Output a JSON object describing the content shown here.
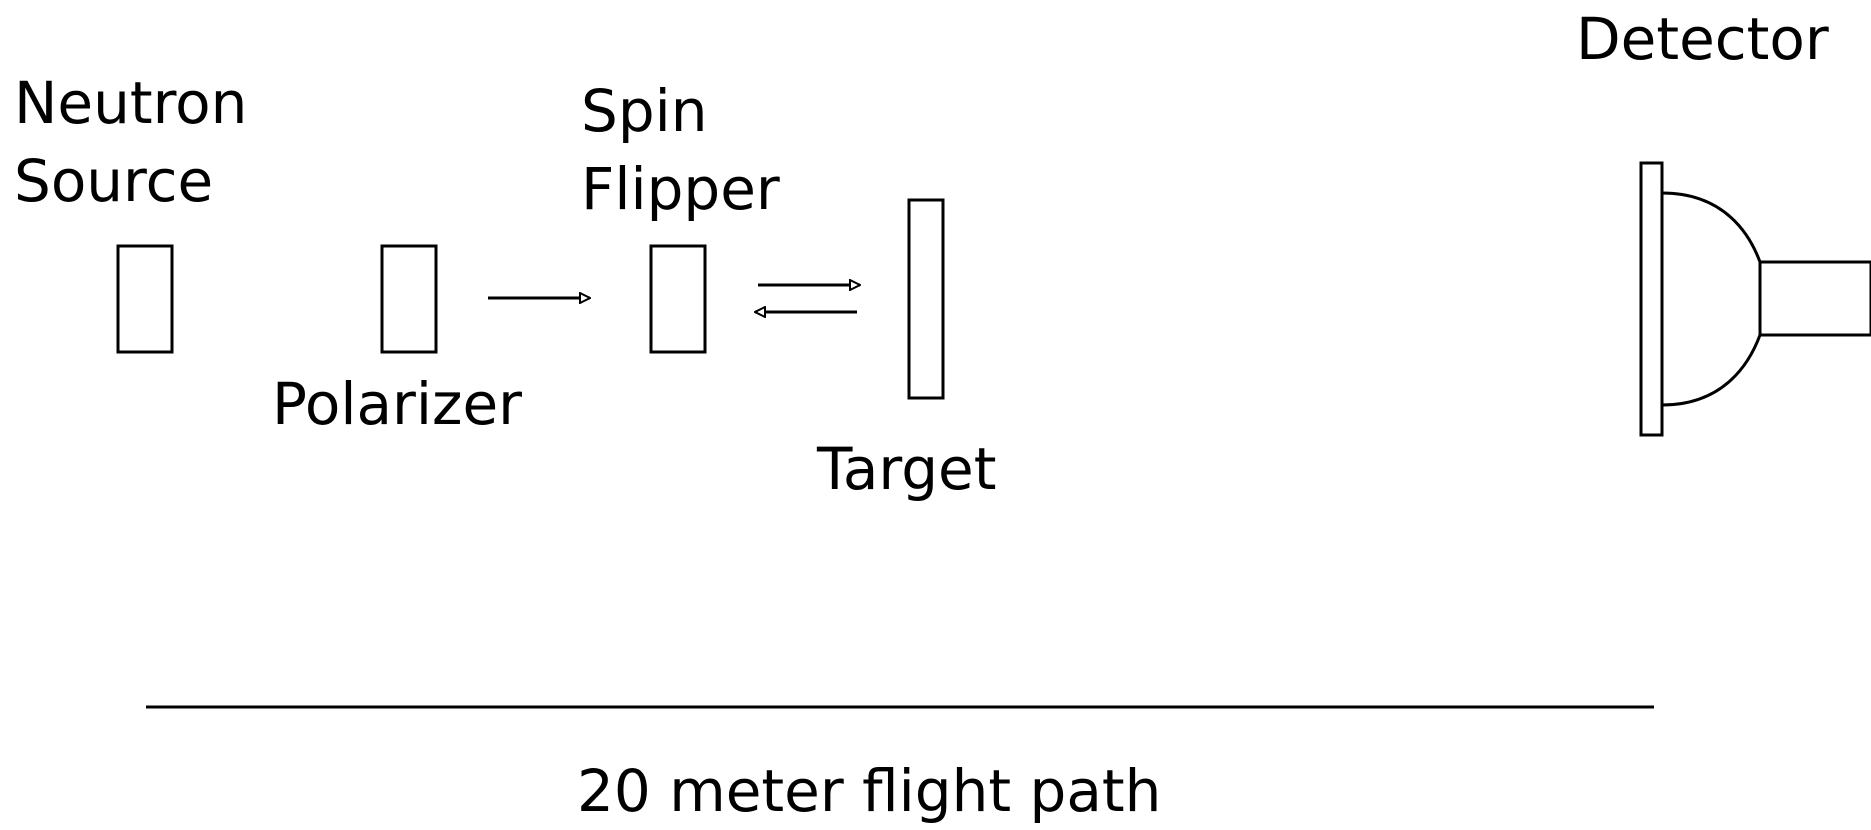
{
  "labels": {
    "neutron_source": "Neutron\nSource",
    "polarizer": "Polarizer",
    "spin_flipper": "Spin\nFlipper",
    "target": "Target",
    "detector": "Detector",
    "flight_path": "20 meter flight path"
  },
  "colors": {
    "stroke": "#000000",
    "background": "#ffffff"
  }
}
